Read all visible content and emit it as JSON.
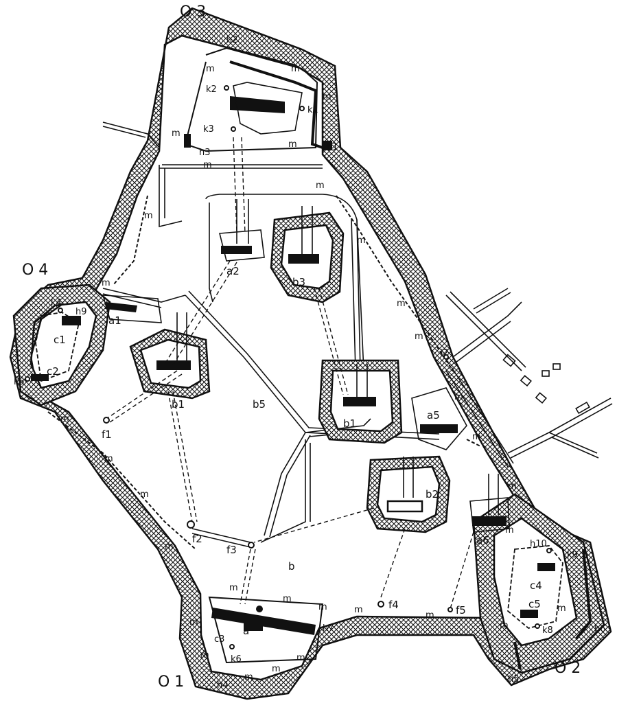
{
  "colors": {
    "ink": "#111111",
    "paper": "#ffffff"
  },
  "labels": {
    "o1": "O 1",
    "o2": "O 2",
    "o3": "O 3",
    "o4": "O 4",
    "a": "a",
    "a1": "a1",
    "a2": "a2",
    "a5": "a5",
    "a6": "a6",
    "b": "b",
    "b1a": "b1",
    "b1b": "b1",
    "b2": "b2",
    "b3": "b3",
    "b5": "b5",
    "c1": "c1",
    "c2": "c2",
    "c3": "c3",
    "c4": "c4",
    "c5": "c5",
    "f1": "f1",
    "f2": "f2",
    "f3": "f3",
    "f4": "f4",
    "f5": "f5",
    "h1": "h1",
    "h2": "h2",
    "h3": "h3",
    "h4": "h4",
    "h5": "h5",
    "h6": "h6",
    "h7": "h7",
    "h9": "h9",
    "h10": "h10",
    "k1": "k1",
    "k2": "k2",
    "k3": "k3",
    "k4": "k4",
    "k5": "k5",
    "k6": "k6",
    "k8": "k8",
    "k9": "k9",
    "i2": "i2",
    "m": "m"
  }
}
